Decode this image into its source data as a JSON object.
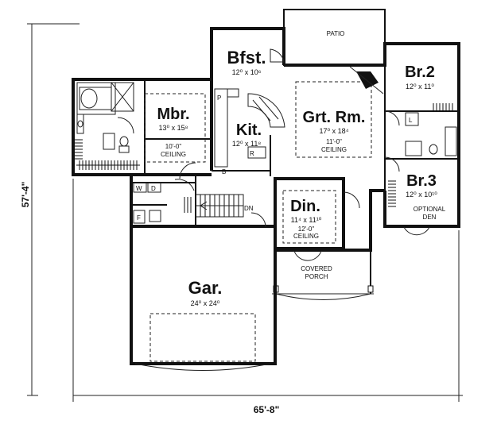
{
  "rooms": {
    "bfst": {
      "name": "Bfst.",
      "size": "12⁰ x 10⁶"
    },
    "mbr": {
      "name": "Mbr.",
      "size": "13⁰ x 15⁸",
      "ceiling_line1": "10'-0\"",
      "ceiling_line2": "CEILING"
    },
    "kit": {
      "name": "Kit.",
      "size": "12⁰ x 11⁸"
    },
    "grt_rm": {
      "name": "Grt. Rm.",
      "size": "17⁰ x 18⁴",
      "ceiling_line1": "11'-0\"",
      "ceiling_line2": "CEILING"
    },
    "br2": {
      "name": "Br.2",
      "size": "12⁰ x 11⁰"
    },
    "br3": {
      "name": "Br.3",
      "size": "12⁰ x 10¹⁰",
      "note_line1": "OPTIONAL",
      "note_line2": "DEN"
    },
    "din": {
      "name": "Din.",
      "size": "11⁴ x 11¹⁰",
      "ceiling_line1": "12'-0\"",
      "ceiling_line2": "CEILING"
    },
    "gar": {
      "name": "Gar.",
      "size": "24⁰ x 24⁰"
    }
  },
  "labels": {
    "patio": "PATIO",
    "porch_line1": "COVERED",
    "porch_line2": "PORCH",
    "down": "DN",
    "pantry": "P",
    "refrigerator": "R",
    "bench": "B",
    "washer": "W",
    "dryer": "D",
    "furnace": "F",
    "linen": "L"
  },
  "dimensions": {
    "width": "65'-8\"",
    "depth": "57'-4\""
  }
}
